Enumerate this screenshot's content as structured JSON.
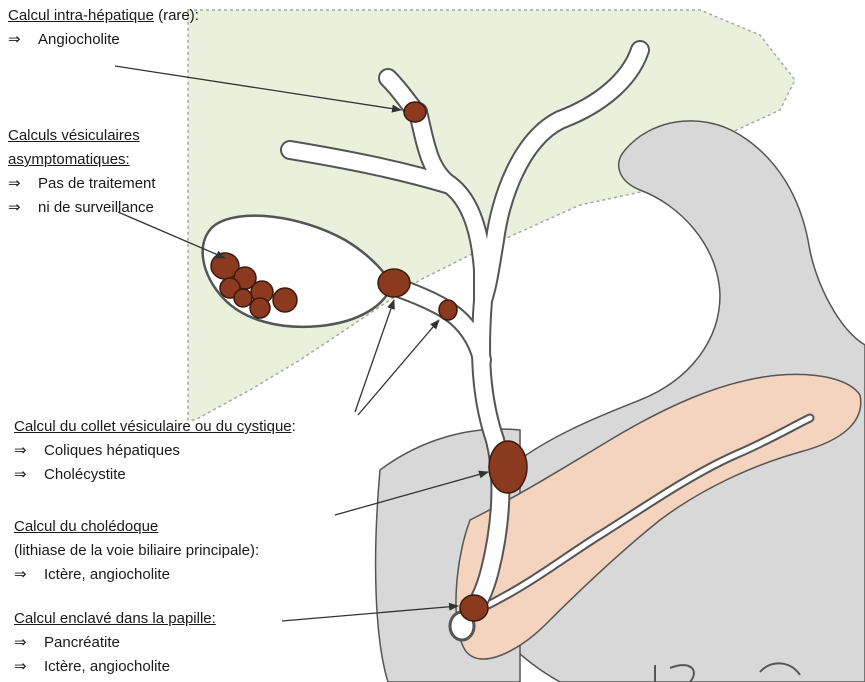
{
  "colors": {
    "liver": "#eaf0dc",
    "liver_border": "#a7a7a7",
    "stomach": "#d8d8d8",
    "pancreas": "#f4d3bf",
    "duct": "#ffffff",
    "outline": "#555555",
    "stone": "#8b3a1f",
    "arrow": "#333333"
  },
  "arrow_symbol": "⇒",
  "labels": {
    "intrahepatic": {
      "title": "Calcul intra-hépatique",
      "suffix": " (rare):",
      "consequences": [
        "Angiocholite"
      ]
    },
    "vesicular": {
      "title_line1": "Calculs vésiculaires",
      "title_line2": "asymptomatiques:",
      "consequences": [
        "Pas de traitement",
        "ni de surveillance"
      ]
    },
    "collet": {
      "title": "Calcul du collet vésiculaire ou du cystique",
      "suffix": ":",
      "consequences": [
        "Coliques hépatiques",
        "Cholécystite"
      ]
    },
    "choledoque": {
      "title": "Calcul du cholédoque",
      "subtitle": "(lithiase de la voie biliaire principale):",
      "consequences": [
        "Ictère, angiocholite"
      ]
    },
    "papille": {
      "title": "Calcul enclavé dans la papille:",
      "consequences": [
        "Pancréatite",
        "Ictère, angiocholite"
      ]
    }
  }
}
